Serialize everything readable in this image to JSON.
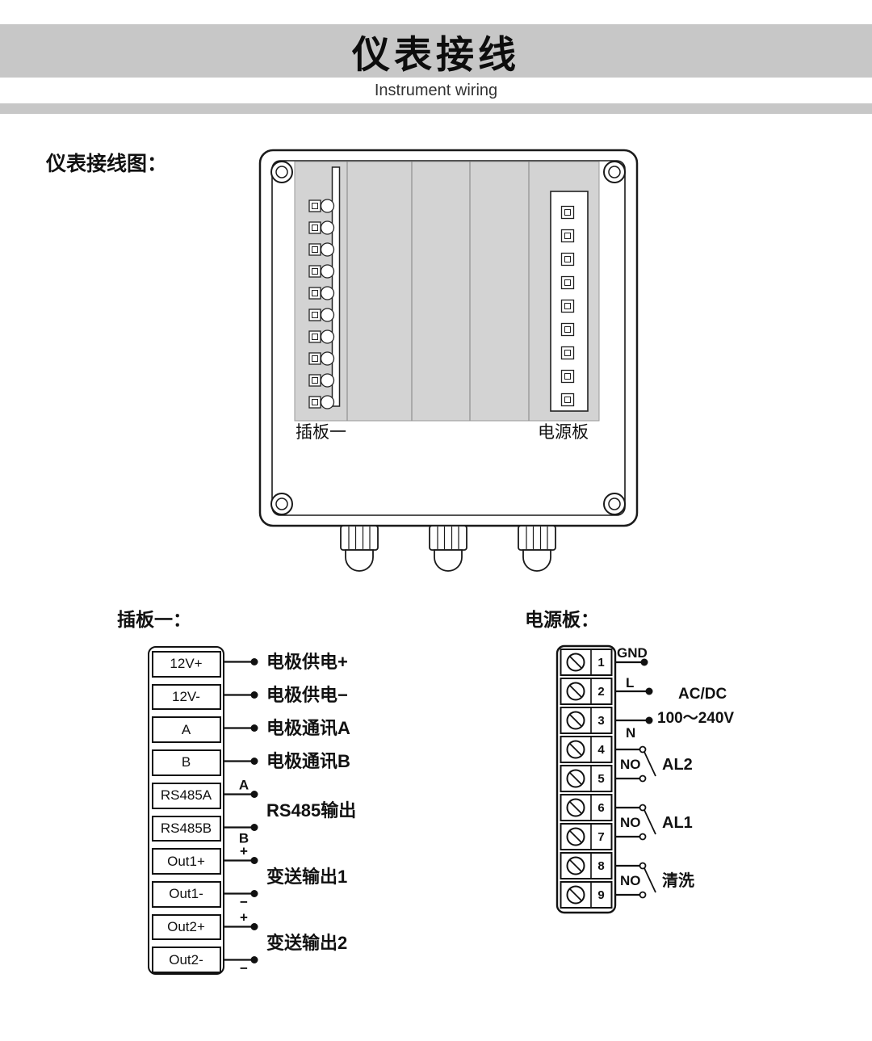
{
  "colors": {
    "banner": "#c7c7c7",
    "panel": "#d3d3d3",
    "line": "#111111"
  },
  "header": {
    "title": "仪表接线",
    "subtitle": "Instrument wiring"
  },
  "diagram_label": "仪表接线图：",
  "device": {
    "left_board_label": "插板一",
    "right_board_label": "电源板"
  },
  "plug_board": {
    "title": "插板一：",
    "terminals": [
      "12V+",
      "12V-",
      "A",
      "B",
      "RS485A",
      "RS485B",
      "Out1+",
      "Out1-",
      "Out2+",
      "Out2-"
    ],
    "wire_marks": [
      "A",
      "B",
      "+",
      "−",
      "+",
      "−"
    ],
    "connections": [
      "电极供电+",
      "电极供电−",
      "电极通讯A",
      "电极通讯B",
      "RS485输出",
      "变送输出1",
      "变送输出2"
    ]
  },
  "power_board": {
    "title": "电源板：",
    "terminals": [
      "1",
      "2",
      "3",
      "4",
      "5",
      "6",
      "7",
      "8",
      "9"
    ],
    "gnd_label": "GND",
    "live_label": "L",
    "neutral_label": "N",
    "supply_type": "AC/DC",
    "supply_range": "100～240V",
    "relays": [
      {
        "contact": "NO",
        "label": "AL2"
      },
      {
        "contact": "NO",
        "label": "AL1"
      },
      {
        "contact": "NO",
        "label": "清洗"
      }
    ]
  }
}
